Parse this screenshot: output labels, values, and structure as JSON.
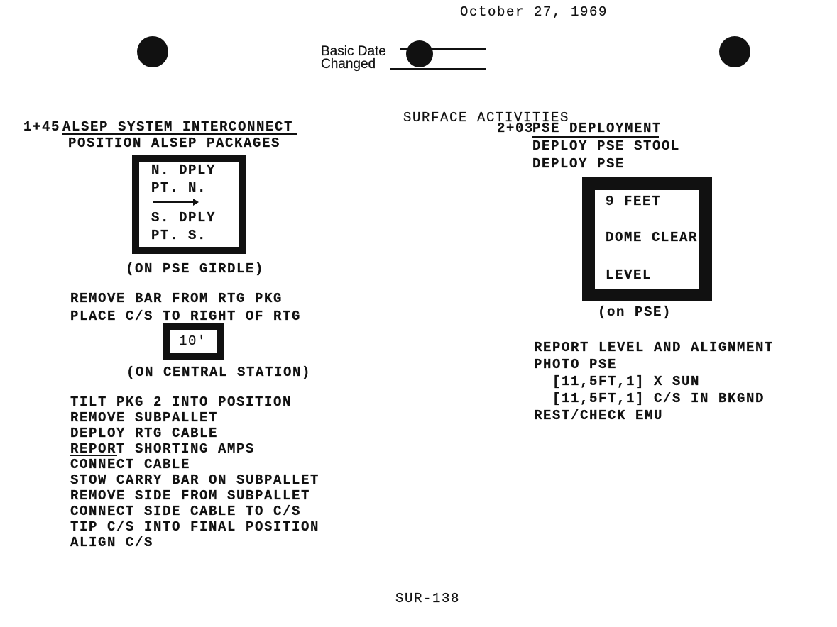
{
  "header": {
    "basic_date_label": "Basic Date",
    "basic_date_value": "October 27, 1969",
    "changed_label": "Changed"
  },
  "section_title": "SURFACE ACTIVITIES",
  "left": {
    "time": "1+45",
    "title": "ALSEP SYSTEM INTERCONNECT",
    "step1": "POSITION ALSEP PACKAGES",
    "box1": [
      "N. DPLY",
      "PT. N.",
      "S. DPLY",
      "PT. S."
    ],
    "box1_caption": "(ON PSE GIRDLE)",
    "steps_a": [
      "REMOVE BAR FROM RTG PKG",
      "PLACE C/S TO RIGHT OF RTG"
    ],
    "box2": "10'",
    "box2_caption": "(ON CENTRAL STATION)",
    "steps_b": [
      "TILT PKG 2 INTO POSITION",
      "REMOVE SUBPALLET",
      "DEPLOY RTG CABLE",
      "REPORT SHORTING AMPS",
      "CONNECT CABLE",
      "STOW CARRY BAR ON SUBPALLET",
      "REMOVE SIDE FROM SUBPALLET",
      "CONNECT SIDE CABLE TO C/S",
      "TIP C/S INTO FINAL POSITION",
      "ALIGN C/S"
    ]
  },
  "right": {
    "time": "2+03",
    "title": "PSE DEPLOYMENT",
    "steps_a": [
      "DEPLOY PSE STOOL",
      "DEPLOY PSE"
    ],
    "box": [
      "9 FEET",
      "DOME CLEAR",
      "LEVEL"
    ],
    "box_caption": "(on PSE)",
    "steps_b": [
      "REPORT LEVEL AND ALIGNMENT",
      "PHOTO PSE",
      "[11,5FT,1] X SUN",
      "[11,5FT,1] C/S IN BKGND",
      "REST/CHECK EMU"
    ]
  },
  "footer": {
    "page_number": "SUR-138"
  }
}
